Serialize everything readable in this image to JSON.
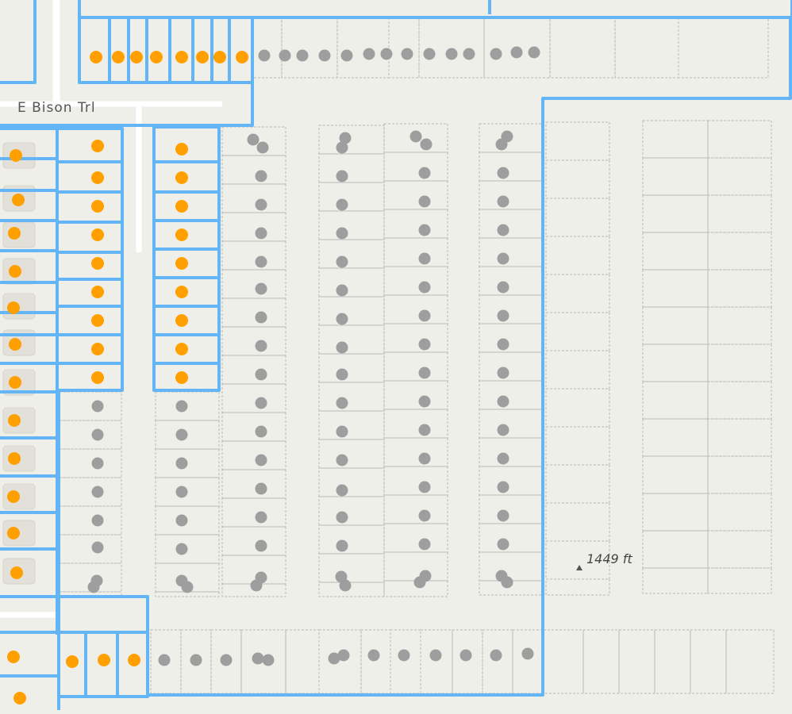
{
  "map": {
    "road_label": "E Bison Trl",
    "elevation_label": "1449 ft",
    "elevation_marker": "triangle-marker-icon"
  },
  "colors": {
    "background": "#efefea",
    "boundary": "#64b5f6",
    "parcel_line": "#b8b8b8",
    "building": "#e2e0d8",
    "road": "#ffffff",
    "point_highlight": "#ffa000",
    "point_default": "#9e9e9e",
    "road_label": "#555555",
    "elevation_label": "#444444"
  },
  "legend": {
    "highlighted_points": "orange",
    "other_points": "gray"
  }
}
